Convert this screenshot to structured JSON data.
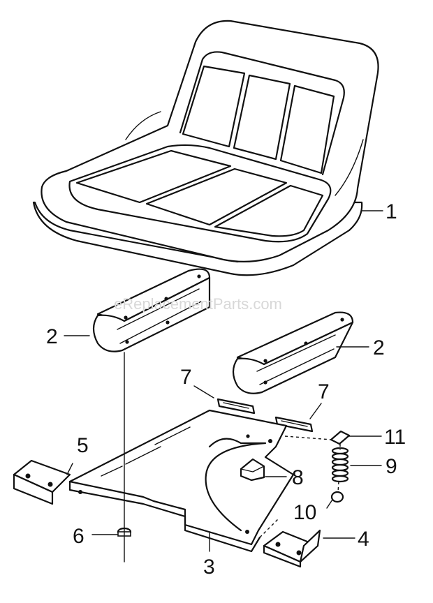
{
  "watermark": "eReplacementParts.com",
  "callouts": {
    "c1": "1",
    "c2a": "2",
    "c2b": "2",
    "c3": "3",
    "c4": "4",
    "c5": "5",
    "c6": "6",
    "c7a": "7",
    "c7b": "7",
    "c8": "8",
    "c9": "9",
    "c10": "10",
    "c11": "11"
  }
}
